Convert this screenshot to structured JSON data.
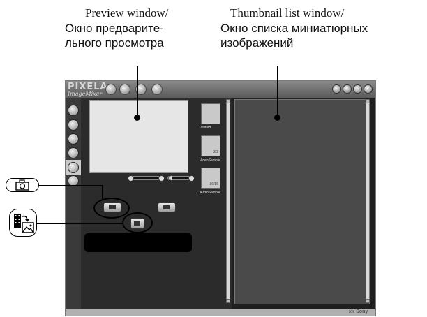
{
  "captions": {
    "preview_en": "Preview window/",
    "preview_ru_1": "Окно предварите-",
    "preview_ru_2": "льного просмотра",
    "thumb_en": "Thumbnail list window/",
    "thumb_ru_1": "Окно списка миниатюрных",
    "thumb_ru_2": "изображений"
  },
  "app": {
    "logo_top": "PIXELA",
    "logo_sub": "ImageMixer",
    "brand_prefix": "for",
    "brand_name": "Sony"
  },
  "thumbnails": [
    {
      "label": "untitled",
      "count": ""
    },
    {
      "label": "VideoSample",
      "count": "3/3"
    },
    {
      "label": "AudioSample",
      "count": "16/16"
    }
  ],
  "icons": {
    "callout_still": "camera-icon",
    "callout_capture": "film-to-image-icon",
    "toolbar": [
      "round-gray-button-icon",
      "round-gray-button-icon",
      "round-gray-button-icon",
      "round-gray-button-icon"
    ],
    "window_controls": [
      "minimize-icon",
      "help-icon",
      "tools-icon",
      "close-icon"
    ]
  },
  "colors": {
    "app_background": "#1f1f1f",
    "panel": "#2b2b2b",
    "preview": "#e6e6e6",
    "thumbnail_area": "#4a4a4a"
  }
}
